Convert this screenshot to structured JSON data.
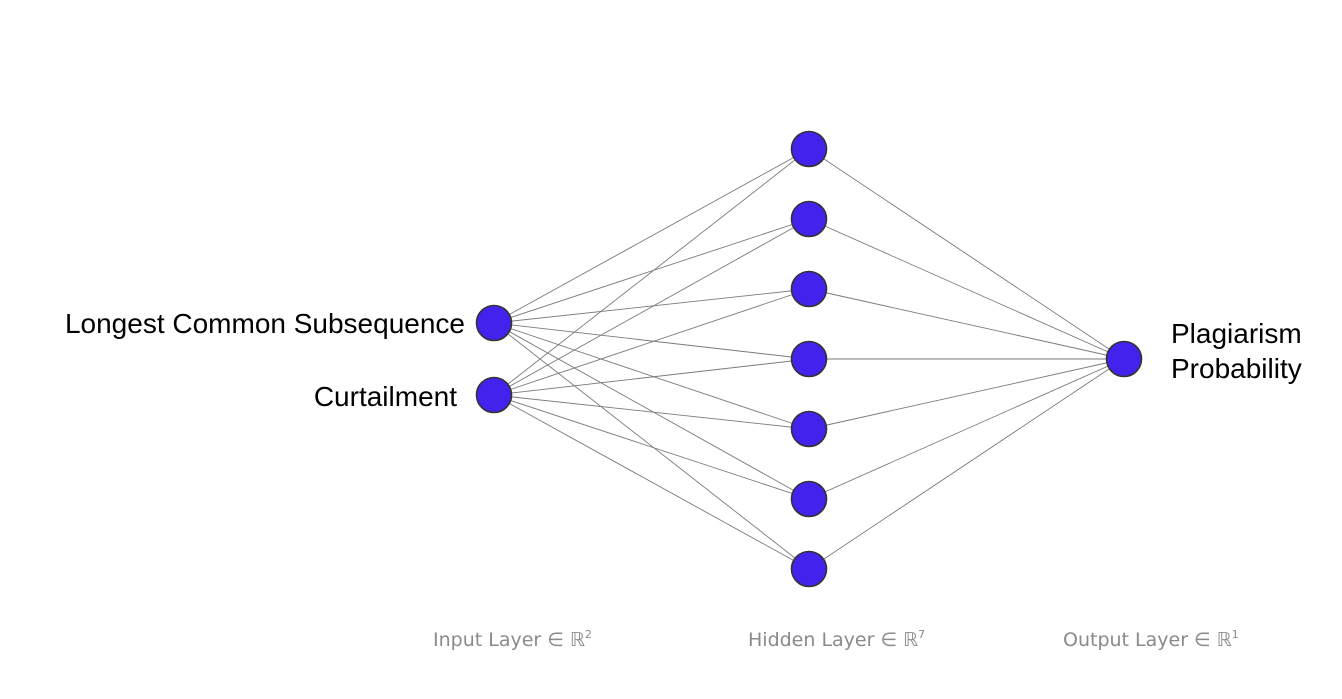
{
  "colors": {
    "node_fill": "#4422ee",
    "node_stroke": "#333333",
    "edge": "#7a7a7a",
    "label_text": "#000000",
    "caption_text": "#8a8a8a"
  },
  "network": {
    "layers": [
      {
        "id": "input",
        "size": 2,
        "caption": {
          "text": "Input Layer ∈ ℝ",
          "superscript": "2"
        },
        "node_labels": [
          "Longest Common Subsequence",
          "Curtailment"
        ]
      },
      {
        "id": "hidden",
        "size": 7,
        "caption": {
          "text": "Hidden Layer ∈ ℝ",
          "superscript": "7"
        },
        "node_labels": []
      },
      {
        "id": "output",
        "size": 1,
        "caption": {
          "text": "Output Layer ∈ ℝ",
          "superscript": "1"
        },
        "node_labels": [
          "Plagiarism",
          "Probability"
        ]
      }
    ],
    "connectivity": "fully-connected"
  }
}
